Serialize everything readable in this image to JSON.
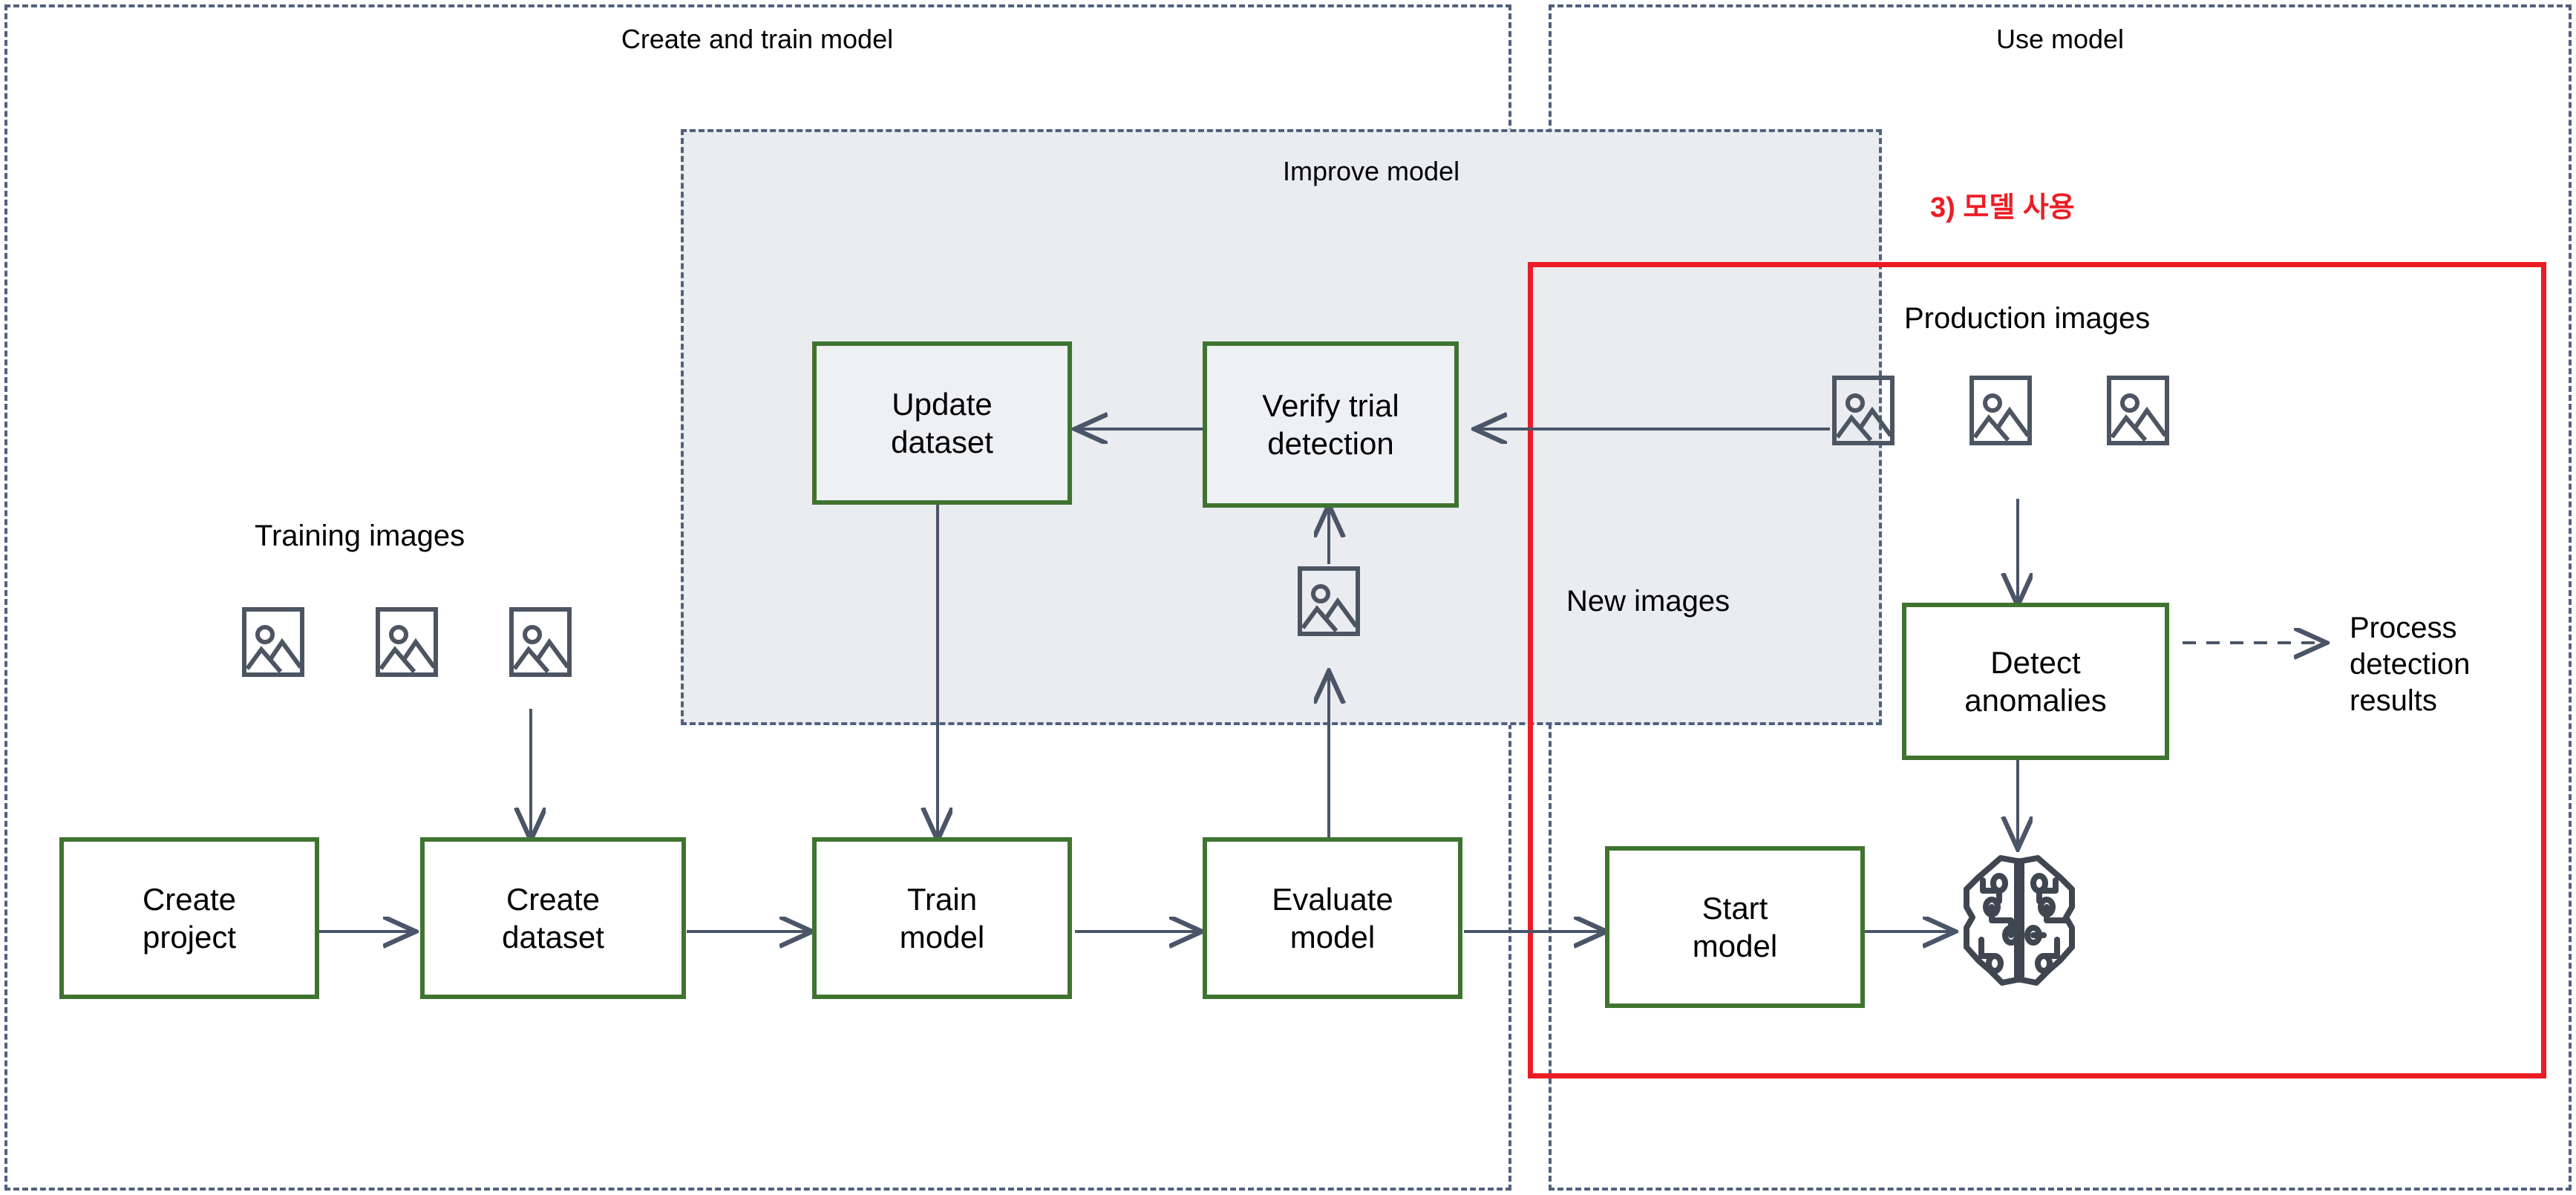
{
  "sections": {
    "left": {
      "title": "Create and train model"
    },
    "right": {
      "title": "Use model"
    }
  },
  "improve": {
    "title": "Improve model"
  },
  "highlight": {
    "label": "3) 모델 사용",
    "color": "#ed1c24"
  },
  "labels": {
    "training_images": "Training images",
    "production_images": "Production images",
    "new_images": "New images",
    "process_results_line1": "Process",
    "process_results_line2": "detection",
    "process_results_line3": "results"
  },
  "boxes": {
    "create_project": {
      "line1": "Create",
      "line2": "project"
    },
    "create_dataset": {
      "line1": "Create",
      "line2": "dataset"
    },
    "train_model": {
      "line1": "Train",
      "line2": "model"
    },
    "evaluate_model": {
      "line1": "Evaluate",
      "line2": "model"
    },
    "start_model": {
      "line1": "Start",
      "line2": "model"
    },
    "update_dataset": {
      "line1": "Update",
      "line2": "dataset"
    },
    "verify_trial_detection": {
      "line1": "Verify trial",
      "line2": "detection"
    },
    "detect_anomalies": {
      "line1": "Detect",
      "line2": "anomalies"
    }
  },
  "icons": {
    "training_image_1": "image-icon",
    "training_image_2": "image-icon",
    "training_image_3": "image-icon",
    "trial_image": "image-icon",
    "production_image_1": "image-icon",
    "production_image_2": "image-icon",
    "production_image_3": "image-icon",
    "ai_model": "brain-circuit-icon"
  },
  "colors": {
    "box_border_green": "#3f7430",
    "panel_dashed_blue": "#51617d",
    "panel_fill_grey": "#eaecf0",
    "arrow_grey": "#4a5568",
    "highlight_red": "#ed1c24"
  }
}
